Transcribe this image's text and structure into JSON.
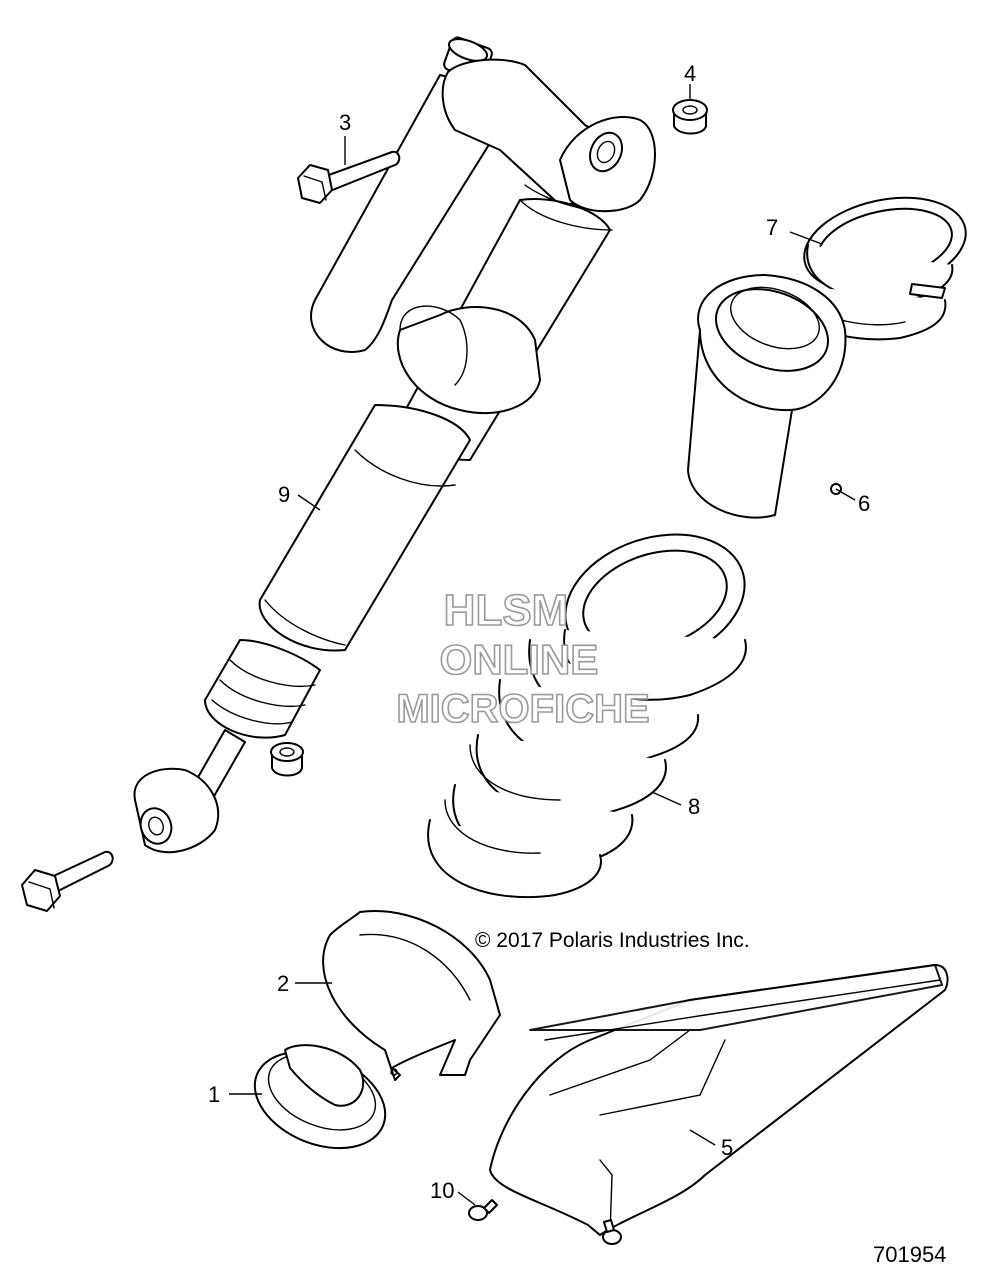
{
  "diagram": {
    "callouts": {
      "c1": "1",
      "c2": "2",
      "c3": "3",
      "c4": "4",
      "c5": "5",
      "c6": "6",
      "c7": "7",
      "c8": "8",
      "c9": "9",
      "c10": "10"
    },
    "copyright": "© 2017 Polaris Industries Inc.",
    "figure_number": "701954",
    "watermark": {
      "line1": "HLSM",
      "line2": "ONLINE",
      "line3": "MICROFICHE"
    }
  }
}
